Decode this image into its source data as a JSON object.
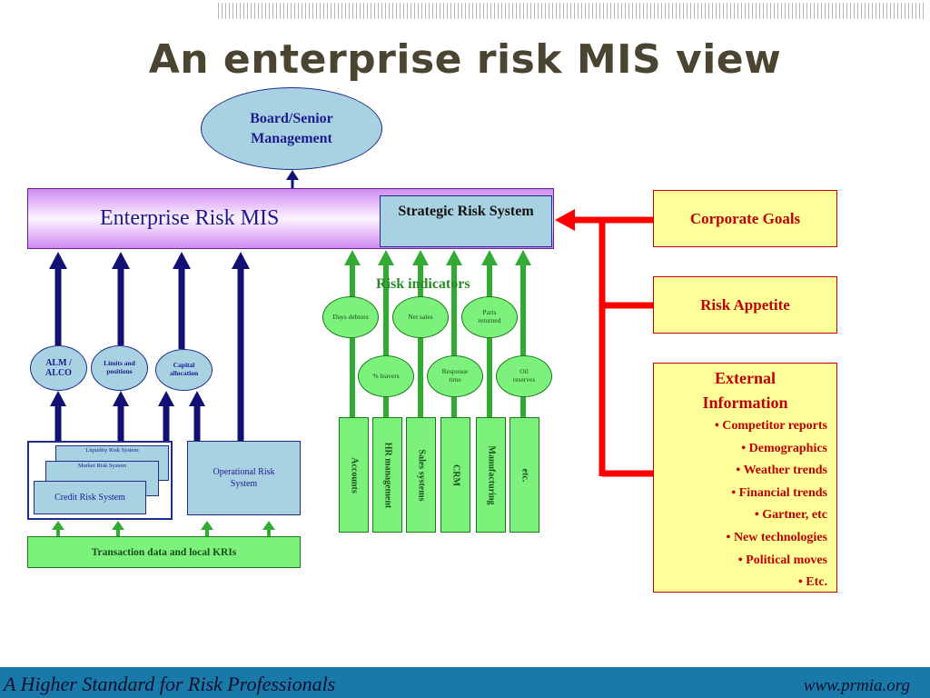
{
  "title": "An enterprise risk MIS view",
  "board": "Board/Senior Management",
  "erm_label": "Enterprise Risk MIS",
  "strategic": "Strategic Risk System",
  "risk_indicators": "Risk indicators",
  "corporate_goals": "Corporate Goals",
  "risk_appetite": "Risk Appetite",
  "external": {
    "heading": "External Information",
    "items": [
      "Competitor reports",
      "Demographics",
      "Weather trends",
      "Financial trends",
      "Gartner, etc",
      "New technologies",
      "Political moves",
      "Etc."
    ]
  },
  "risk_nodes": {
    "alm": "ALM / ALCO",
    "limits": "Limits and positions",
    "capital": "Capital allocation"
  },
  "systems": {
    "liquidity": "Liquidity Risk System",
    "market": "Market Risk System",
    "credit": "Credit Risk System",
    "operational": "Operational Risk System",
    "transaction": "Transaction data and local KRIs"
  },
  "indicators": {
    "days_debtors": "Days debtors",
    "net_sales": "Net sales",
    "parts_returned": "Parts returned",
    "leavers": "% leavers",
    "response_time": "Response time",
    "oil_reserves": "Oil reserves"
  },
  "sources": [
    "Accounts",
    "HR management",
    "Sales systems",
    "CRM",
    "Manufacturing",
    "etc."
  ],
  "footer": {
    "left": "A Higher Standard for Risk Professionals",
    "right": "www.prmia.org"
  },
  "colors": {
    "navy_arrow": "#101075",
    "green_arrow": "#33aa33",
    "red_arrow": "#ff0000",
    "title": "#4a4530"
  }
}
